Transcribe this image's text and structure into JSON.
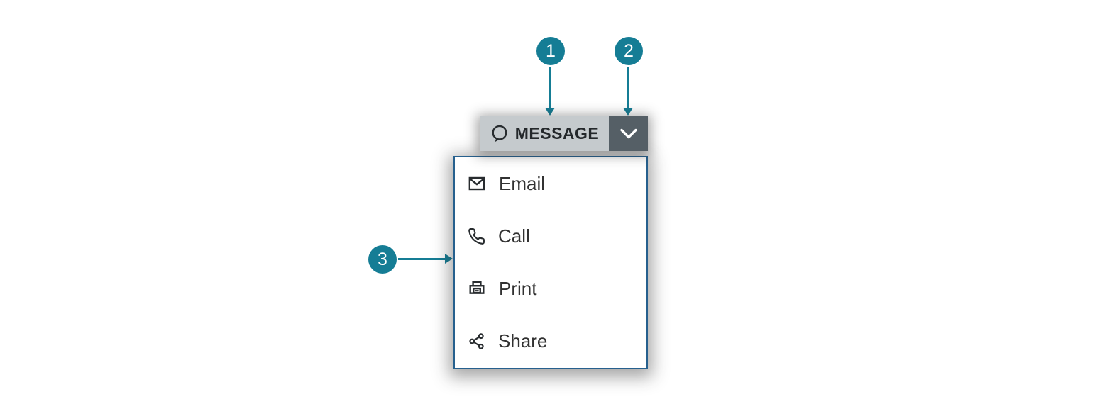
{
  "callouts": [
    {
      "number": "1",
      "target": "primary-action-button"
    },
    {
      "number": "2",
      "target": "dropdown-toggle-button"
    },
    {
      "number": "3",
      "target": "dropdown-menu"
    }
  ],
  "split_button": {
    "label": "MESSAGE",
    "icon": "speech-bubble-icon",
    "toggle_icon": "chevron-down-icon"
  },
  "menu": {
    "items": [
      {
        "label": "Email",
        "icon": "envelope-icon"
      },
      {
        "label": "Call",
        "icon": "phone-icon"
      },
      {
        "label": "Print",
        "icon": "printer-icon"
      },
      {
        "label": "Share",
        "icon": "share-icon"
      }
    ]
  },
  "colors": {
    "accent": "#157d95",
    "button_bg": "#c5cacd",
    "toggle_bg": "#555f66",
    "menu_border": "#26608e",
    "icon_ink": "#282c2f",
    "label_ink": "#323232"
  }
}
